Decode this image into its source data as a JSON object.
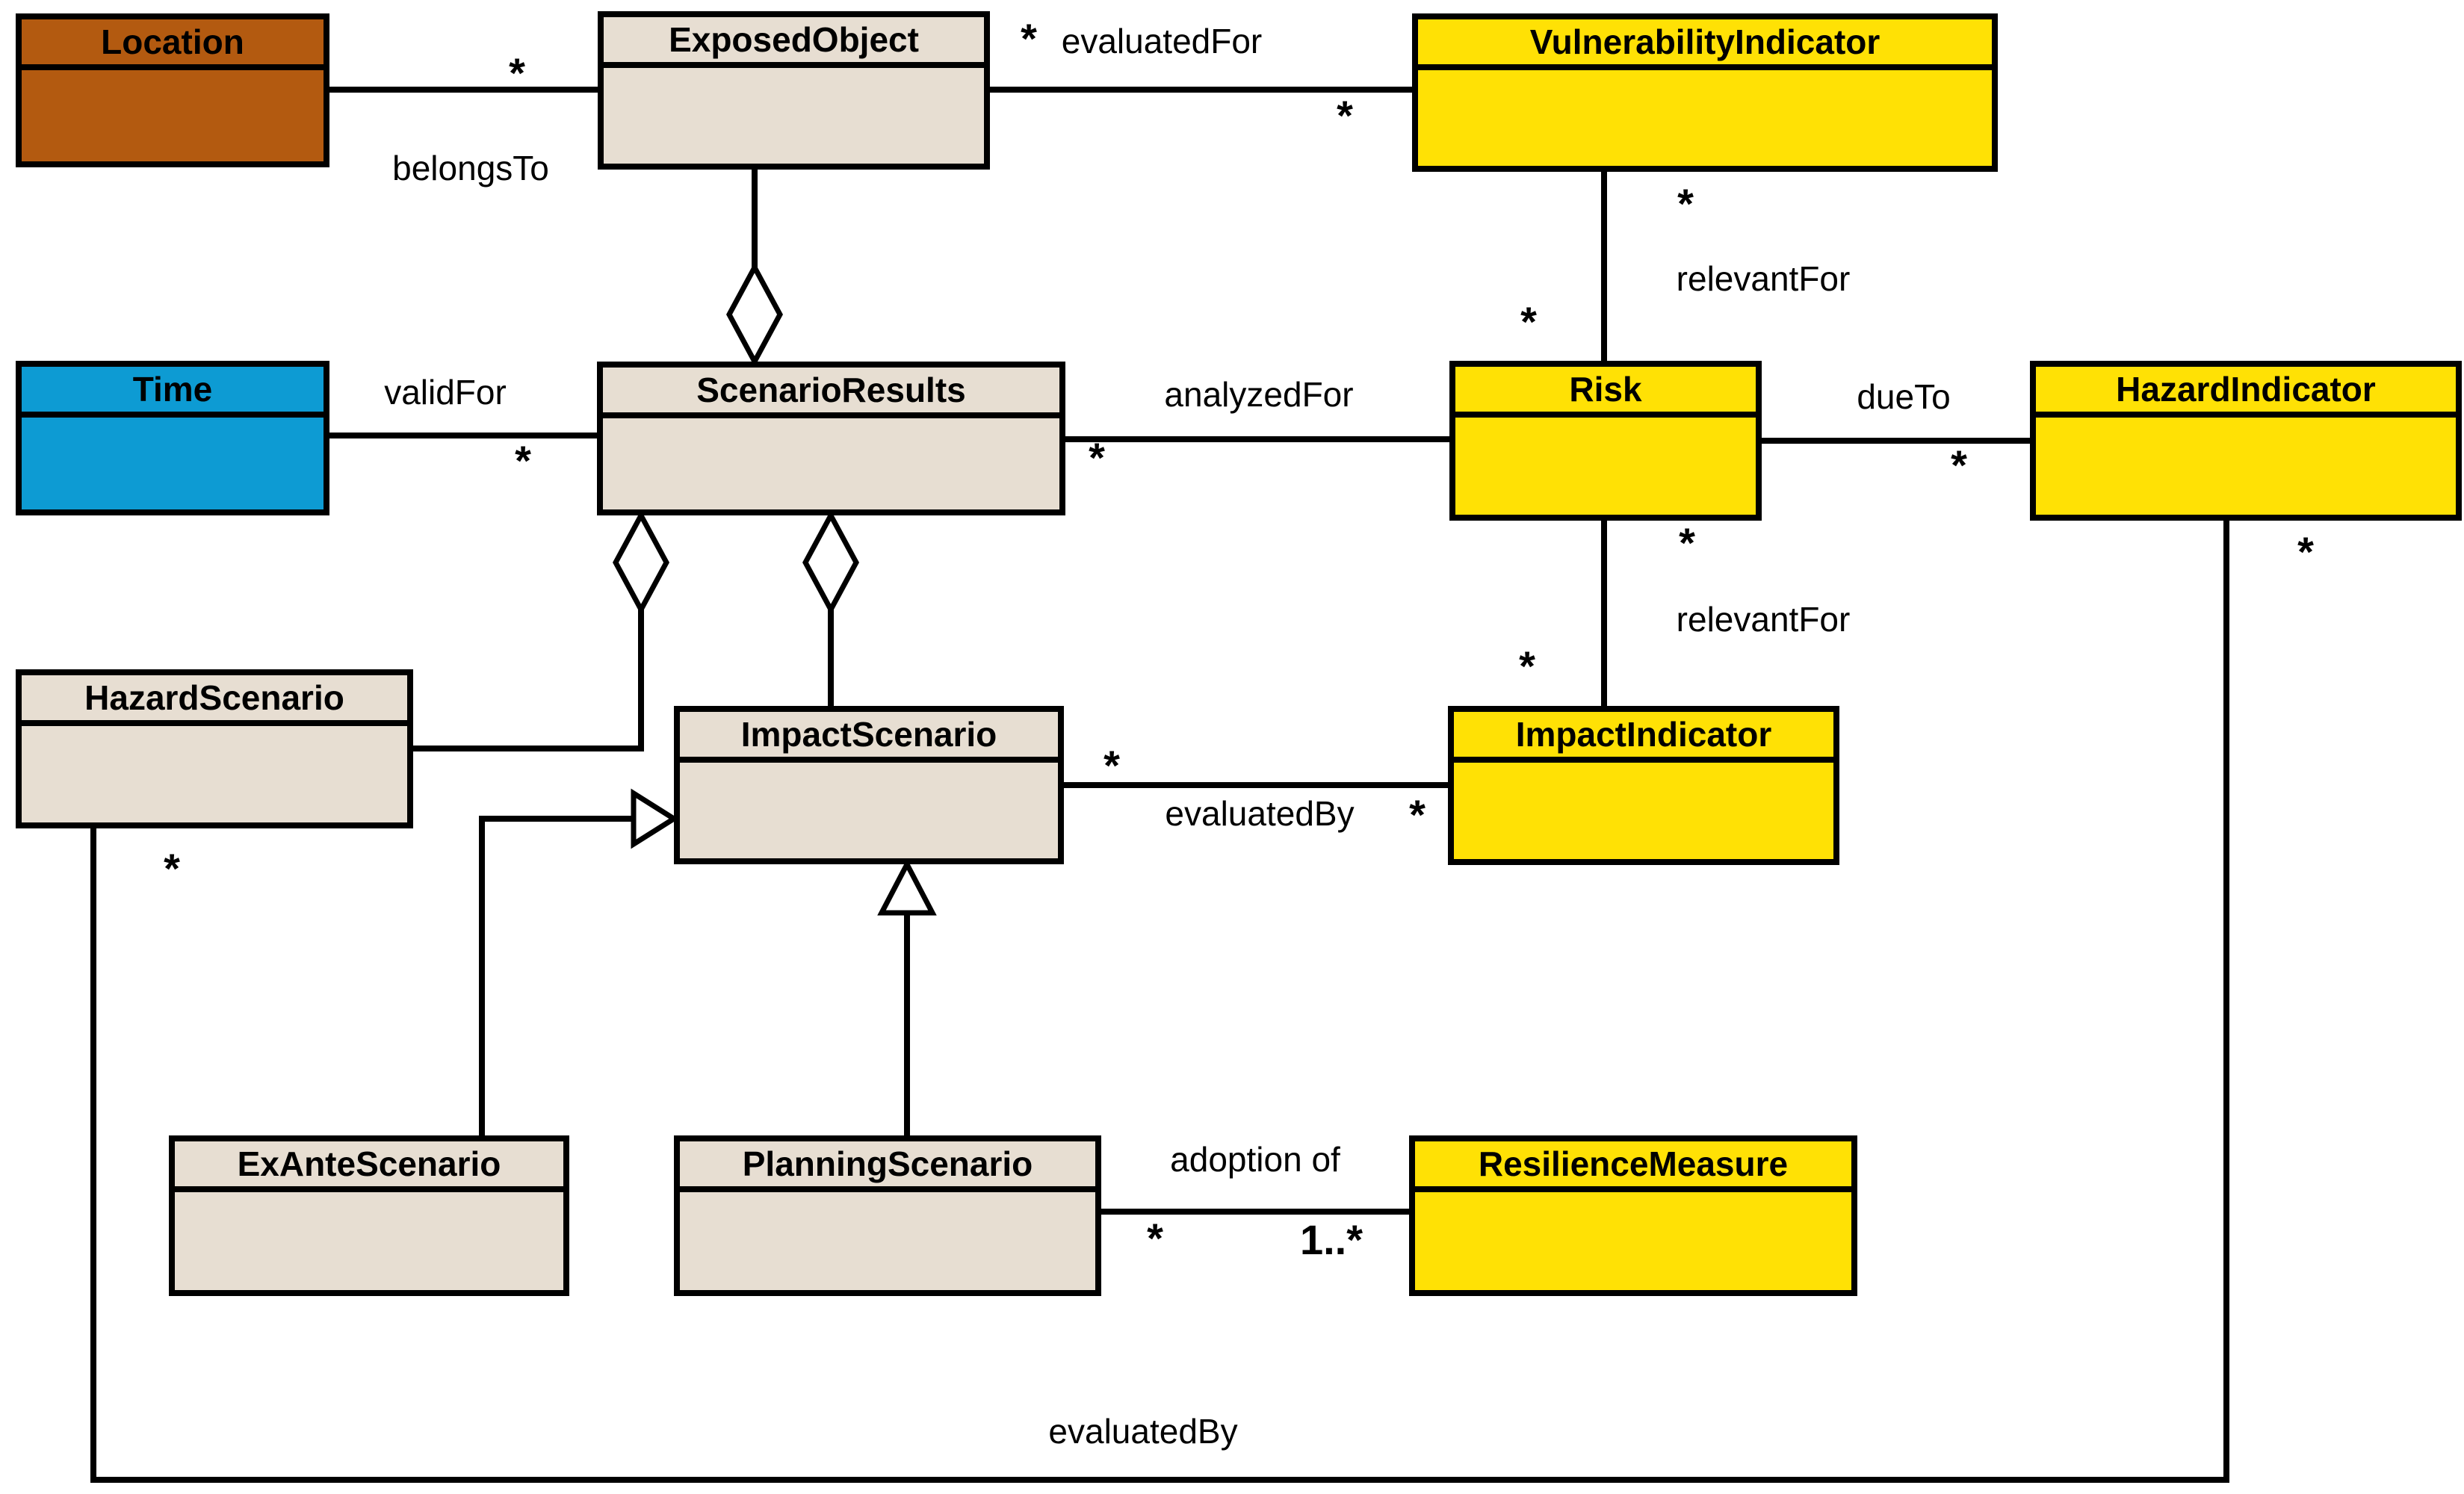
{
  "classes": {
    "location": "Location",
    "exposedObject": "ExposedObject",
    "vulnerabilityIndicator": "VulnerabilityIndicator",
    "time": "Time",
    "scenarioResults": "ScenarioResults",
    "risk": "Risk",
    "hazardIndicator": "HazardIndicator",
    "hazardScenario": "HazardScenario",
    "impactScenario": "ImpactScenario",
    "impactIndicator": "ImpactIndicator",
    "exAnteScenario": "ExAnteScenario",
    "planningScenario": "PlanningScenario",
    "resilienceMeasure": "ResilienceMeasure"
  },
  "associations": {
    "belongsTo": "belongsTo",
    "evaluatedFor": "evaluatedFor",
    "validFor": "validFor",
    "analyzedFor": "analyzedFor",
    "dueTo": "dueTo",
    "relevantForVulnerabilityRisk": "relevantFor",
    "relevantForRiskImpact": "relevantFor",
    "evaluatedByImpact": "evaluatedBy",
    "evaluatedByHazard": "evaluatedBy",
    "adoptionOf": "adoption of"
  },
  "multiplicities": {
    "many": "*",
    "oneOrMore": "1..*"
  },
  "colors": {
    "locationFill": "#b35a10",
    "timeFill": "#0d9bd3",
    "indicatorFill": "#ffe105",
    "scenarioFill": "#e7ded2",
    "line": "#000000",
    "background": "#ffffff"
  }
}
